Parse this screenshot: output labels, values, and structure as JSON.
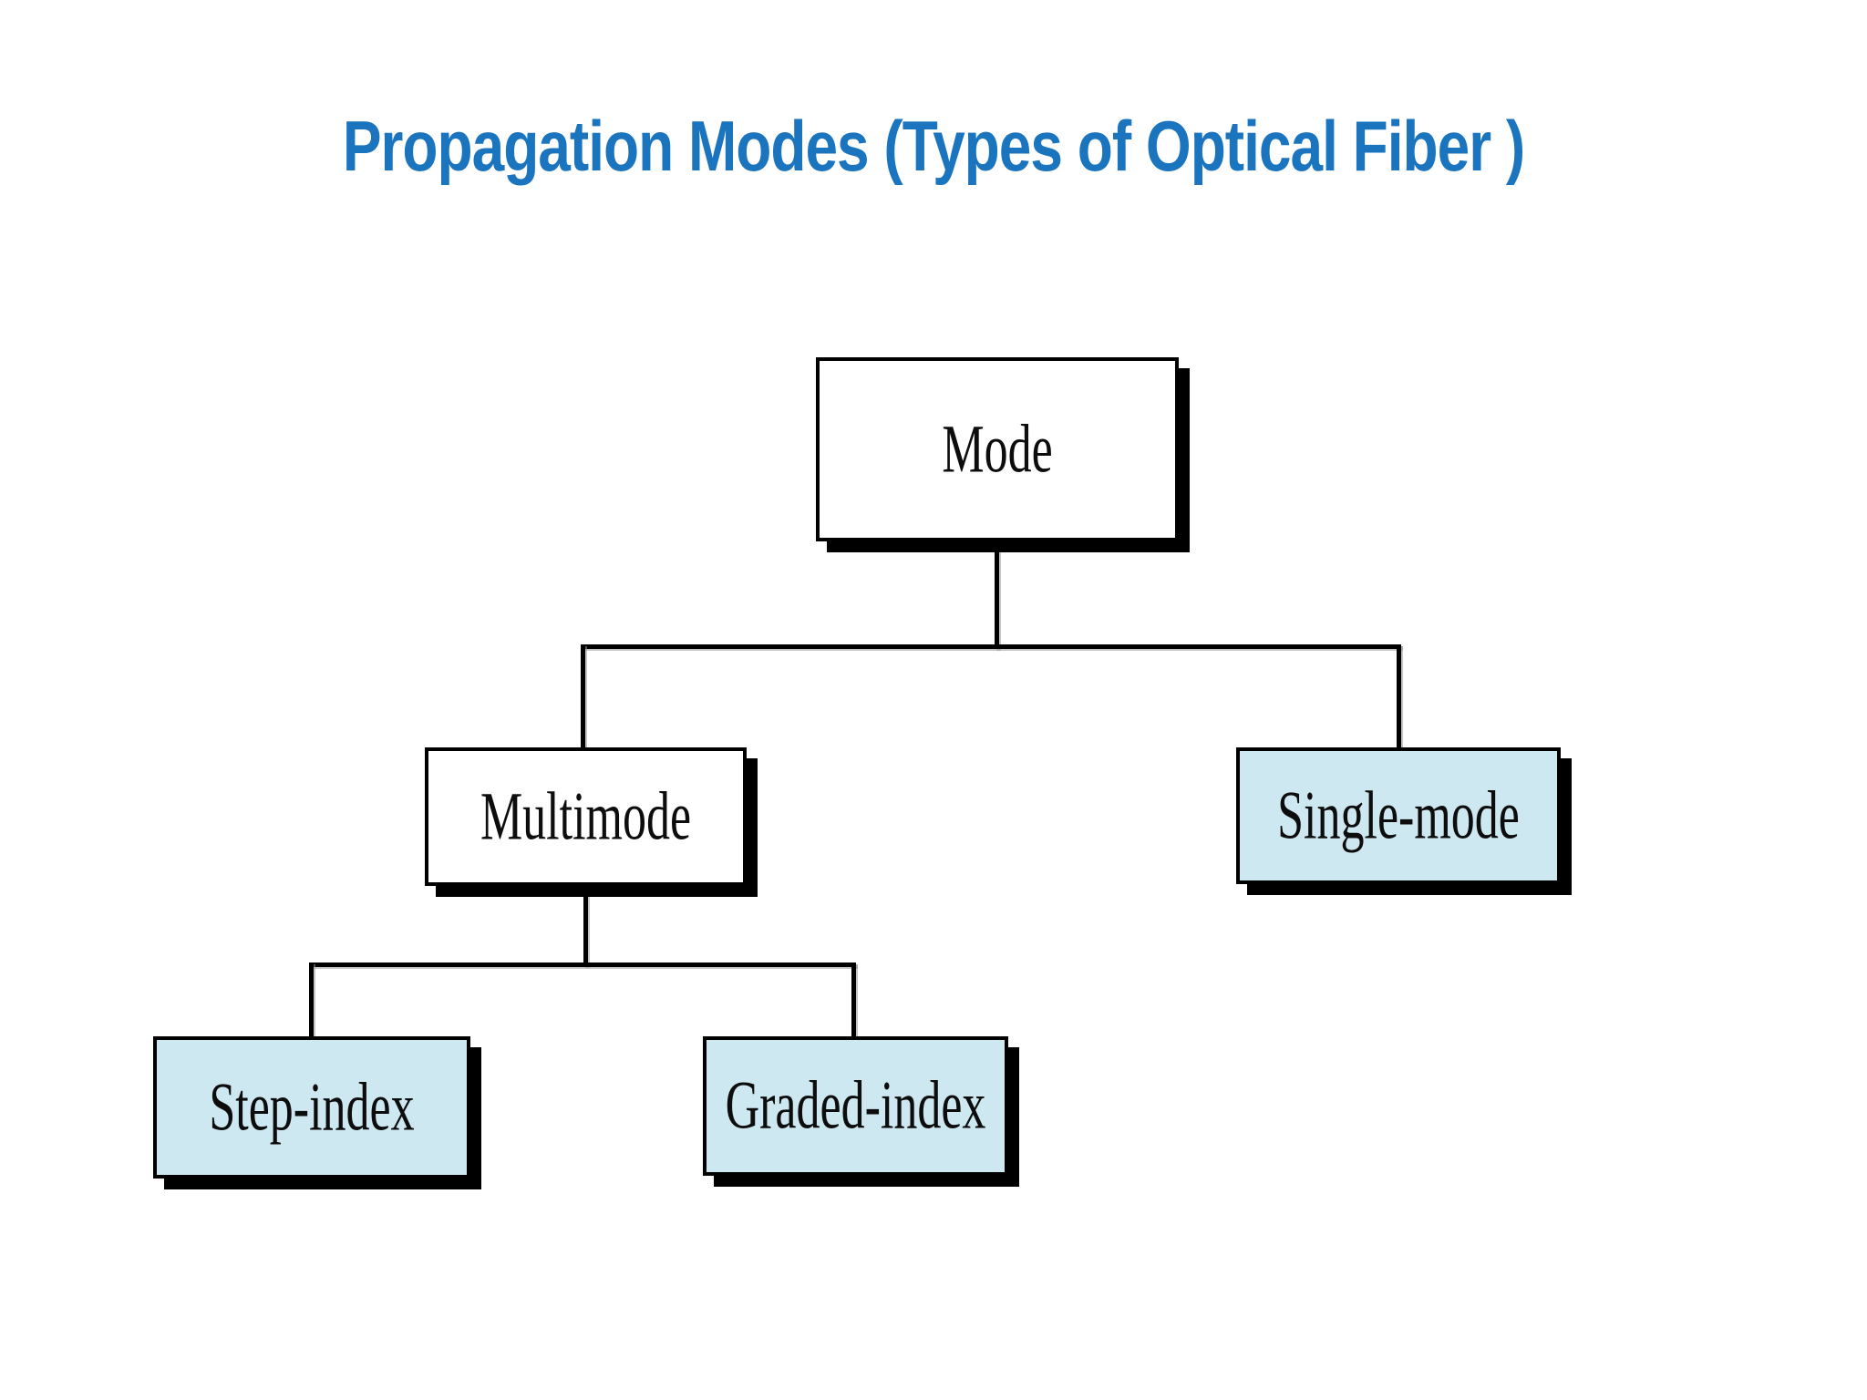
{
  "slide": {
    "title": "Propagation Modes (Types of Optical Fiber )",
    "title_color": "#1a74be",
    "background_color": "#ffffff"
  },
  "diagram": {
    "type": "tree",
    "line_color": "#000000",
    "shadow_color": "#000000",
    "border_color": "#000000",
    "text_color": "#0d0d0d",
    "nodes": {
      "mode": {
        "label": "Mode",
        "fill": "#ffffff"
      },
      "multimode": {
        "label": "Multimode",
        "fill": "#ffffff"
      },
      "single_mode": {
        "label": "Single-mode",
        "fill": "#cde8f0"
      },
      "step_index": {
        "label": "Step-index",
        "fill": "#cde8f0"
      },
      "graded_index": {
        "label": "Graded-index",
        "fill": "#cde8f0"
      }
    },
    "edges": [
      {
        "from": "Mode",
        "to": "Multimode"
      },
      {
        "from": "Mode",
        "to": "Single-mode"
      },
      {
        "from": "Multimode",
        "to": "Step-index"
      },
      {
        "from": "Multimode",
        "to": "Graded-index"
      }
    ]
  }
}
